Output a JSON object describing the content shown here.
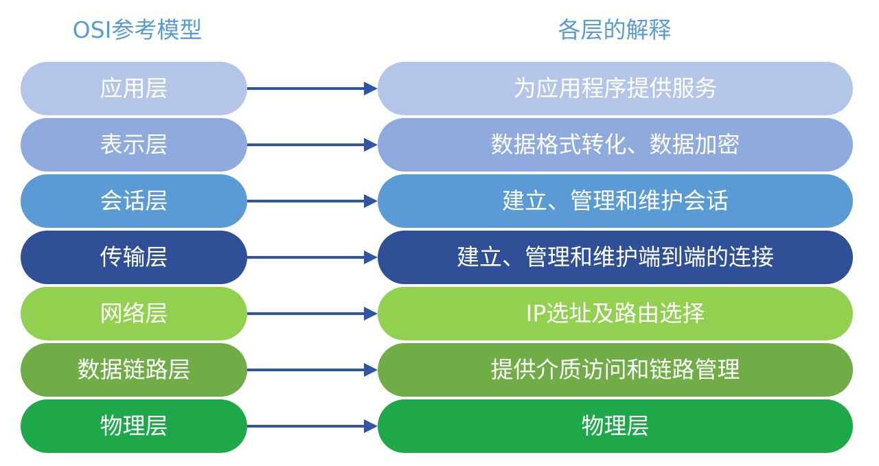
{
  "headers": {
    "left": "OSI参考模型",
    "right": "各层的解释"
  },
  "colors": {
    "header_text": "#5b9bd5",
    "arrow": "#2f55a4",
    "pill_text": "#ffffff"
  },
  "layers": [
    {
      "name": "应用层",
      "description": "为应用程序提供服务",
      "color": "#b4c6e7"
    },
    {
      "name": "表示层",
      "description": "数据格式转化、数据加密",
      "color": "#8faadc"
    },
    {
      "name": "会话层",
      "description": "建立、管理和维护会话",
      "color": "#5b9bd5"
    },
    {
      "name": "传输层",
      "description": "建立、管理和维护端到端的连接",
      "color": "#2f4f96"
    },
    {
      "name": "网络层",
      "description": "IP选址及路由选择",
      "color": "#92d050"
    },
    {
      "name": "数据链路层",
      "description": "提供介质访问和链路管理",
      "color": "#70ad47"
    },
    {
      "name": "物理层",
      "description": "物理层",
      "color": "#1ea84a"
    }
  ],
  "icons": {
    "arrow": "right-arrow-icon"
  }
}
